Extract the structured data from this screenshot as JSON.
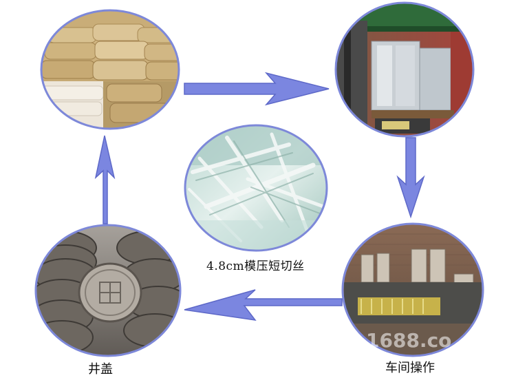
{
  "labels": {
    "center_caption": "4.8cm模压短切丝",
    "bottom_left_caption": "井盖",
    "bottom_right_caption": "车间操作"
  },
  "watermark": "1688.co",
  "photos": [
    {
      "id": "top-left",
      "subject": "stacked paper sacks of raw material"
    },
    {
      "id": "top-right",
      "subject": "wrapped glass fiber rolls on truck"
    },
    {
      "id": "center",
      "subject": "chopped glass fiber strands"
    },
    {
      "id": "bottom-left",
      "subject": "stacked manhole covers"
    },
    {
      "id": "bottom-right",
      "subject": "factory workshop machinery"
    }
  ],
  "colors": {
    "ring": "#7d88d9",
    "arrow": "#7b86e0",
    "arrow_outline": "#5d68c8"
  }
}
